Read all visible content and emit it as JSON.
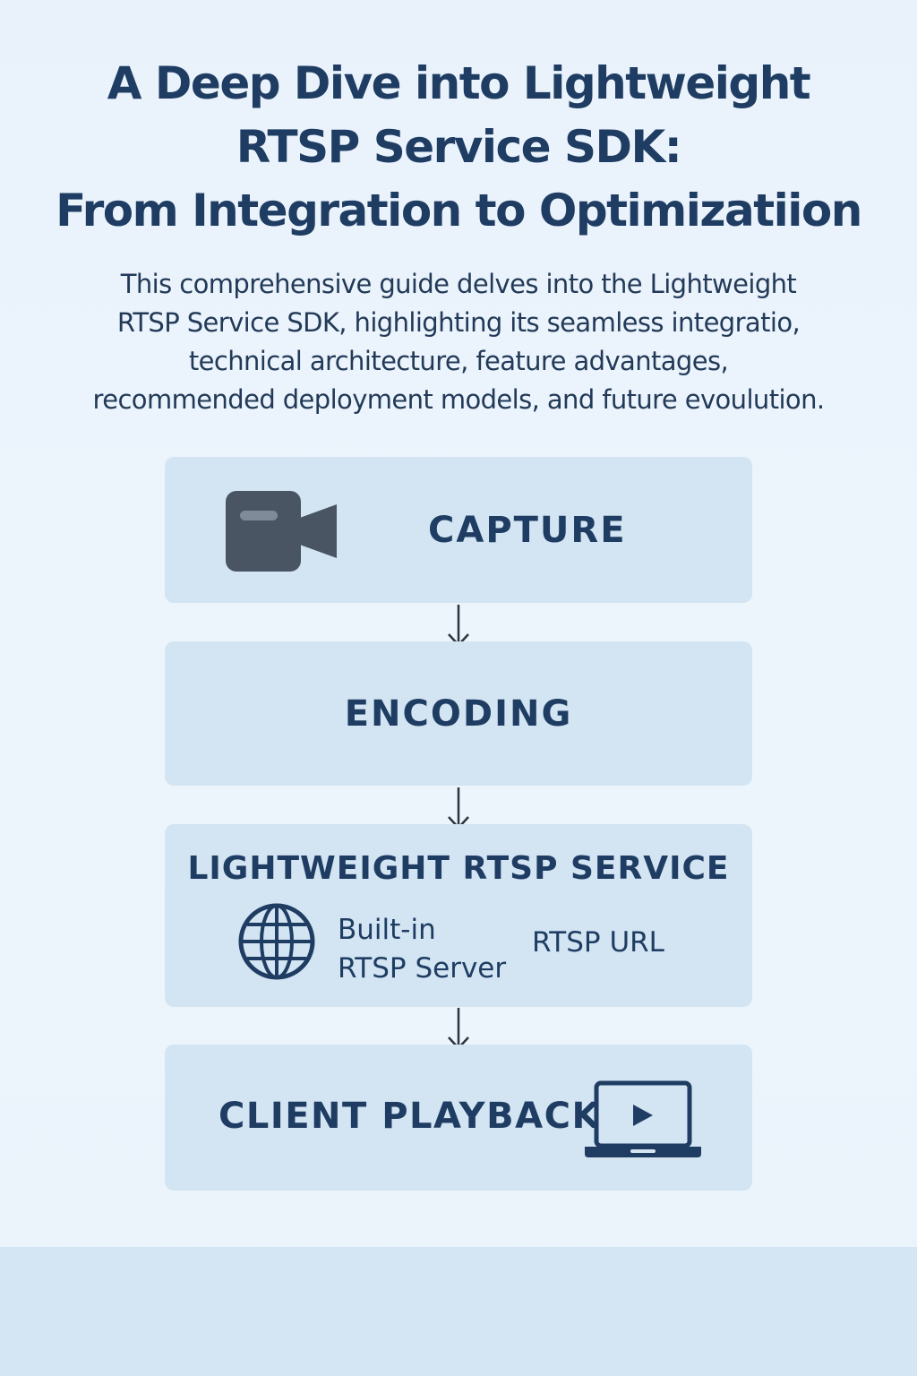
{
  "title": {
    "line1": "A Deep Dive into Lightweight",
    "line2": "RTSP Service SDK:",
    "line3": "From Integration to Optimizatiion"
  },
  "description": {
    "line1": "This comprehensive guide delves into the Lightweight",
    "line2": "RTSP Service SDK, highlighting its seamless integratio,",
    "line3": "technical architecture, feature advantages,",
    "line4": "recommended deployment models, and future evoulution."
  },
  "diagram": {
    "capture": {
      "label": "CAPTURE",
      "icon": "video-camera-icon"
    },
    "encoding": {
      "label": "ENCODING"
    },
    "rtsp_service": {
      "label": "LIGHTWEIGHT RTSP SERVICE",
      "icon": "globe-icon",
      "server_line1": "Built-in",
      "server_line2": "RTSP Server",
      "url_label": "RTSP URL"
    },
    "client_playback": {
      "label": "CLIENT PLAYBACK",
      "icon": "laptop-play-icon"
    },
    "arrows": [
      "arrow-down-icon",
      "arrow-down-icon",
      "arrow-down-icon"
    ]
  },
  "colors": {
    "background": "#e9f2fb",
    "box": "#d3e5f3",
    "text": "#1f3d63",
    "icon_dark": "#4a5563",
    "footer_band": "#d4e6f4"
  }
}
